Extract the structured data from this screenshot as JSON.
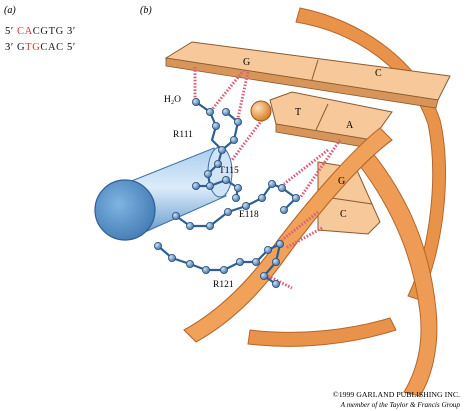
{
  "panel_a": {
    "label": "(a)",
    "top_strand": {
      "prefix": "5′ ",
      "segments": [
        {
          "text": "C",
          "color": "#d9322b"
        },
        {
          "text": "A",
          "color": "#d9322b"
        },
        {
          "text": "CGTG",
          "color": "#1a1a1a"
        }
      ],
      "suffix": " 3′"
    },
    "bottom_strand": {
      "prefix": "3′ ",
      "segments": [
        {
          "text": "G",
          "color": "#1a1a1a"
        },
        {
          "text": "T",
          "color": "#d9322b"
        },
        {
          "text": "G",
          "color": "#d9322b"
        },
        {
          "text": "CAC",
          "color": "#1a1a1a"
        }
      ],
      "suffix": " 5′"
    }
  },
  "panel_b": {
    "label": "(b)",
    "bases": {
      "g_top": "G",
      "c_top": "C",
      "t": "T",
      "a": "A",
      "g_lower": "G",
      "c_lower": "C"
    },
    "water": "H₂O",
    "residues": {
      "r111": "R111",
      "t115": "T115",
      "e118": "E118",
      "r121": "R121"
    }
  },
  "credit": {
    "line1": "©1999 GARLAND PUBLISHING INC.",
    "line2": "A member of the Taylor & Francis Group"
  },
  "colors": {
    "dna_orange": "#f0a25a",
    "dna_orange_dark": "#c8742f",
    "base_face": "#f6c89a",
    "base_edge": "#8a5a30",
    "helix_blue": "#6fa6d6",
    "atom_blue": "#4f82b8",
    "hbond_red": "#d9607a",
    "sequence_red": "#d9322b"
  }
}
